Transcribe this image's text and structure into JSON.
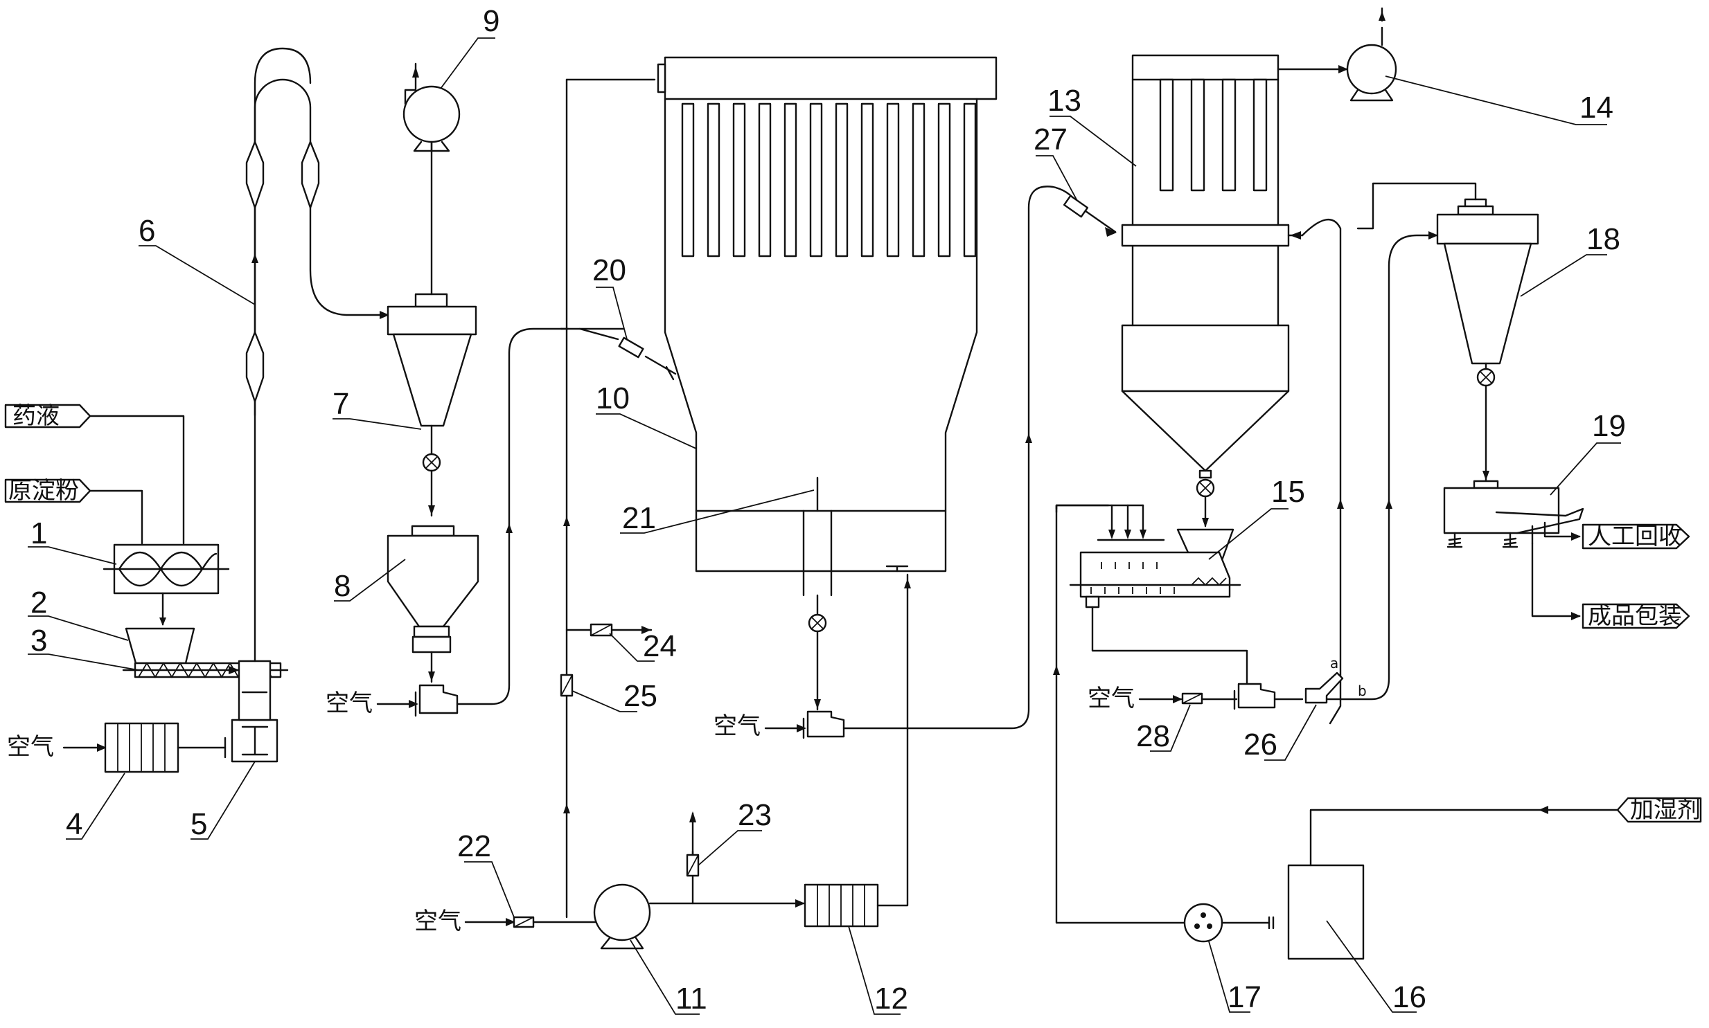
{
  "inputs": {
    "medicine_liquid": "药液",
    "raw_starch": "原淀粉",
    "humidifier": "加湿剂",
    "air": "空气"
  },
  "outputs": {
    "manual_recovery": "人工回收",
    "product_packaging": "成品包装"
  },
  "valve_ports": {
    "a": "a",
    "b": "b"
  },
  "equipment_numbers": [
    "1",
    "2",
    "3",
    "4",
    "5",
    "6",
    "7",
    "8",
    "9",
    "10",
    "11",
    "12",
    "13",
    "14",
    "15",
    "16",
    "17",
    "18",
    "19",
    "20",
    "21",
    "22",
    "23",
    "24",
    "25",
    "26",
    "27",
    "28"
  ],
  "colors": {
    "line": "#111111",
    "background": "#ffffff"
  }
}
